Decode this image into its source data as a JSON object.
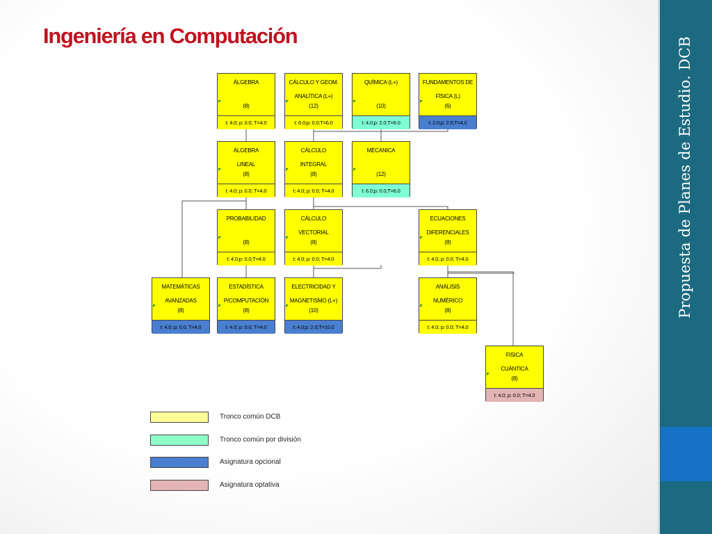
{
  "title": "Ingeniería en Computación",
  "sidebar_text": "Propuesta de Planes de Estudio. DCB",
  "colors": {
    "title": "#c1121f",
    "sidebar": "#1c6a80",
    "sidebar_accent": "#1572c6",
    "tronco_comun_dcb": "#ffff00",
    "tronco_comun_division": "#7fffd4",
    "opcional": "#4a7fd0",
    "optativa": "#e3b4b4"
  },
  "courses": [
    {
      "id": "algebra",
      "line1": "ÁLGEBRA",
      "line2": "",
      "credits": "(8)",
      "hours": "t: 4.0; p: 0.0; T=4.0",
      "category": "dcb"
    },
    {
      "id": "calculo-geom",
      "line1": "CÁLCULO Y GEOM.",
      "line2": "ANALÍTICA (L+)",
      "credits": "(12)",
      "hours": "t: 6.0;p: 0.0;T=6.0",
      "category": "dcb"
    },
    {
      "id": "quimica",
      "line1": "QUÍMICA (L+)",
      "line2": "",
      "credits": "(10)",
      "hours": "t: 4.0;p: 2.0;T=6.0",
      "category": "division"
    },
    {
      "id": "fundamentos-fisica",
      "line1": "FUNDAMENTOS DE",
      "line2": "FÍSICA (L)",
      "credits": "(6)",
      "hours": "t: 2.0;p: 2.0;T=4.0",
      "category": "opcional"
    },
    {
      "id": "algebra-lineal",
      "line1": "ÁLGEBRA",
      "line2": "LINEAL",
      "credits": "(8)",
      "hours": "t: 4.0; p: 0.0; T=4.0",
      "category": "dcb"
    },
    {
      "id": "calculo-integral",
      "line1": "CÁLCULO",
      "line2": "INTEGRAL",
      "credits": "(8)",
      "hours": "t: 4.0; p: 0.0; T=4.0",
      "category": "dcb"
    },
    {
      "id": "mecanica",
      "line1": "MÉCANICA",
      "line2": "",
      "credits": "(12)",
      "hours": "t: 6.0;p: 0.0;T=6.0",
      "category": "division"
    },
    {
      "id": "probabilidad",
      "line1": "PROBABILIDAD",
      "line2": "",
      "credits": "(8)",
      "hours": "t: 4.0;p: 0.0;T=4.0",
      "category": "dcb"
    },
    {
      "id": "calculo-vectorial",
      "line1": "CÁLCULO",
      "line2": "VECTORIAL",
      "credits": "(8)",
      "hours": "t: 4.0; p: 0.0; T=4.0",
      "category": "dcb"
    },
    {
      "id": "ecuaciones-diferenciales",
      "line1": "ECUACIONES",
      "line2": "DIFERENCIALES",
      "credits": "(8)",
      "hours": "t: 4.0; p: 0.0; T=4.0",
      "category": "dcb"
    },
    {
      "id": "matematicas-avanzadas",
      "line1": "MATEMÁTICAS",
      "line2": "AVANZADAS",
      "credits": "(8)",
      "hours": "t: 4.0; p: 0.0; T=4.0",
      "category": "opcional"
    },
    {
      "id": "estadistica",
      "line1": "ESTADÍSTICA",
      "line2": "P/COMPUTACIÓN",
      "credits": "(8)",
      "hours": "t: 4.0; p: 0.0; T=4.0",
      "category": "opcional"
    },
    {
      "id": "electricidad-magnetismo",
      "line1": "ELECTRICIDAD Y",
      "line2": "MAGNETISMO (L+)",
      "credits": "(10)",
      "hours": "t: 4.0;p: 2.0;T=10.0",
      "category": "opcional"
    },
    {
      "id": "analisis-numerico",
      "line1": "ANÁLISIS",
      "line2": "NUMÉRICO",
      "credits": "(8)",
      "hours": "t: 4.0; p: 0.0; T=4.0",
      "category": "dcb"
    },
    {
      "id": "fisica-cuantica",
      "line1": "FISICA",
      "line2": "CUÁNTICA",
      "credits": "(8)",
      "hours": "t: 4.0; p: 0.0; T=4.0",
      "category": "optativa"
    }
  ],
  "legend": [
    {
      "label": "Tronco común DCB",
      "category": "dcb"
    },
    {
      "label": "Tronco común por división",
      "category": "division"
    },
    {
      "label": "Asignatura opcional",
      "category": "opcional"
    },
    {
      "label": "Asignatura optativa",
      "category": "optativa"
    }
  ]
}
